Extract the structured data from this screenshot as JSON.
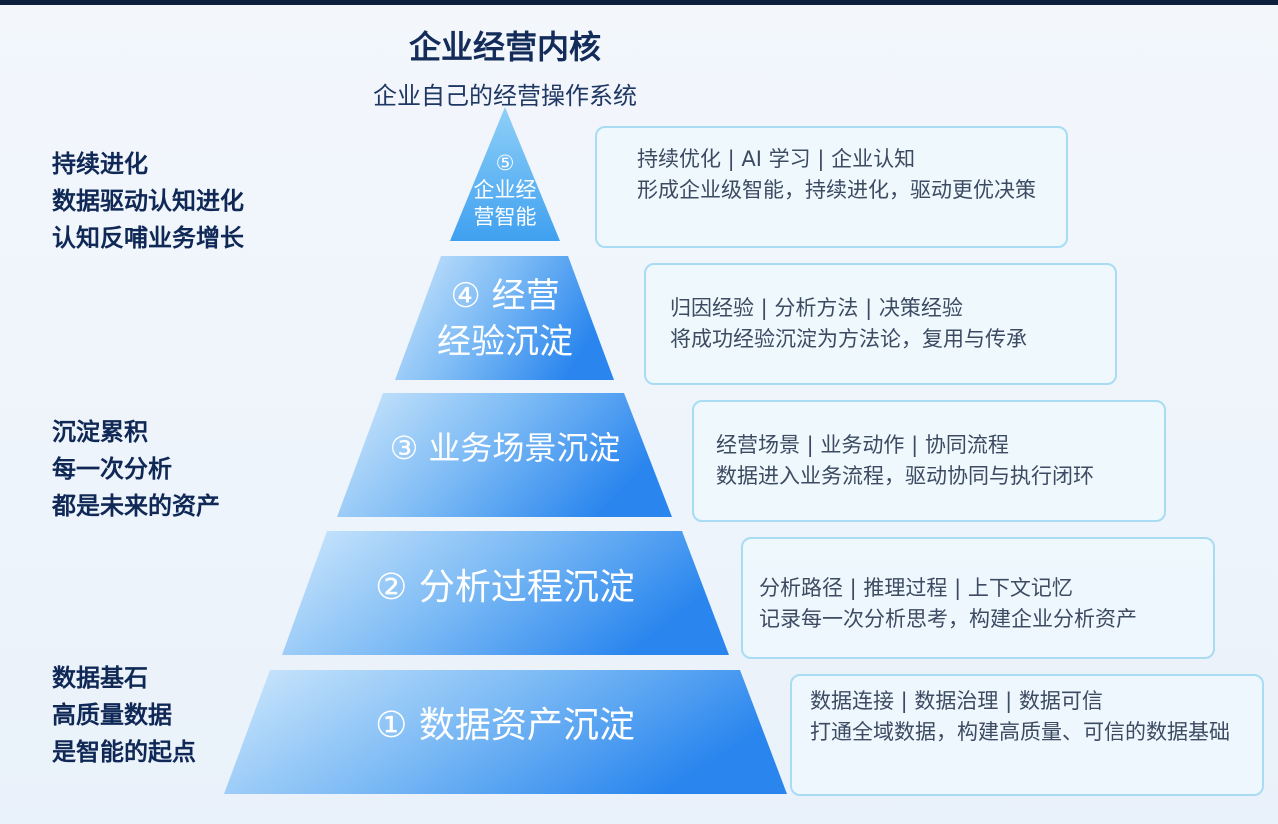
{
  "header": {
    "title": "企业经营内核",
    "subtitle": "企业自己的经营操作系统"
  },
  "side_notes": [
    {
      "lines": [
        "持续进化",
        "数据驱动认知进化",
        "认知反哺业务增长"
      ]
    },
    {
      "lines": [
        "沉淀累积",
        "每一次分析",
        "都是未来的资产"
      ]
    },
    {
      "lines": [
        "数据基石",
        "高质量数据",
        "是智能的起点"
      ]
    }
  ],
  "tiers": [
    {
      "lines": [
        "⑤",
        "企业经",
        "营智能"
      ]
    },
    {
      "lines": [
        "④ 经营",
        "经验沉淀"
      ]
    },
    {
      "lines": [
        "③ 业务场景沉淀"
      ]
    },
    {
      "lines": [
        "② 分析过程沉淀"
      ]
    },
    {
      "lines": [
        "① 数据资产沉淀"
      ]
    }
  ],
  "cards": [
    {
      "tags": "持续优化 | AI 学习 | 企业认知",
      "desc": "形成企业级智能，持续进化，驱动更优决策"
    },
    {
      "tags": "归因经验 | 分析方法 | 决策经验",
      "desc": "将成功经验沉淀为方法论，复用与传承"
    },
    {
      "tags": "经营场景 | 业务动作 | 协同流程",
      "desc": "数据进入业务流程，驱动协同与执行闭环"
    },
    {
      "tags": "分析路径 | 推理过程 | 上下文记忆",
      "desc": "记录每一次分析思考，构建企业分析资产"
    },
    {
      "tags": "数据连接 | 数据治理 | 数据可信",
      "desc": "打通全域数据，构建高质量、可信的数据基础"
    }
  ],
  "colors": {
    "pyramid_light": "#cfe8fc",
    "pyramid_mid": "#7fbcf5",
    "pyramid_dark": "#2a86ee",
    "card_border": "#a9dcf3",
    "side_text": "#0f2856"
  }
}
